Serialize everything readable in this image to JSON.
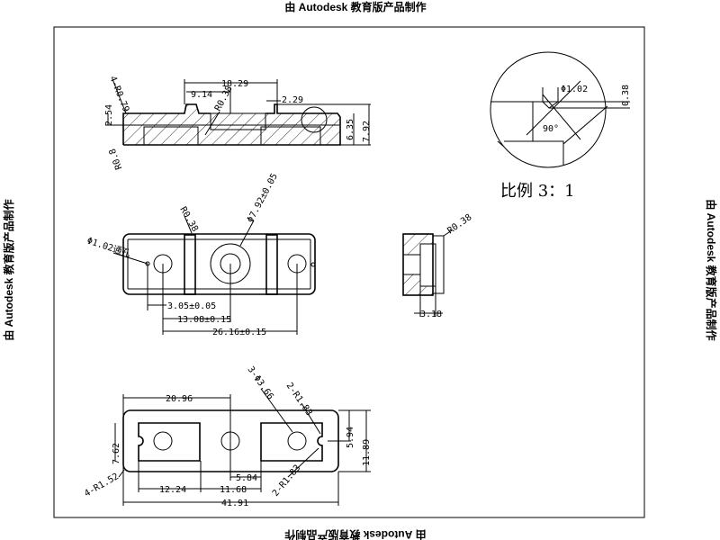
{
  "watermark": {
    "text": "由 Autodesk 教育版产品制作"
  },
  "section_view": {
    "dims": {
      "d1": "18.29",
      "d2": "9.14",
      "d3": "2.29",
      "d4": "2.54",
      "d5": "6.35",
      "d6": "7.92",
      "r1": "R0.38",
      "r2": "4-R0.79",
      "r3": "R0.8"
    }
  },
  "detail_view": {
    "dims": {
      "d1": "Φ1.02",
      "d2": "0.38",
      "angle": "90°"
    },
    "scale_label": "比例 3：1"
  },
  "top_view": {
    "dims": {
      "d1": "3.05±0.05",
      "d2": "13.08±0.15",
      "d3": "26.16±0.15",
      "r1": "R0.38",
      "dia1": "Φ7.92±0.05",
      "dia2": "Φ1.02通孔"
    }
  },
  "side_view": {
    "dims": {
      "d1": "3.18",
      "r1": "R0.38"
    }
  },
  "bottom_view": {
    "dims": {
      "d1": "20.96",
      "d2": "41.91",
      "d3": "12.24",
      "d4": "11.68",
      "d5": "5.84",
      "d6": "7.62",
      "d7": "11.89",
      "d8": "5.94",
      "r1": "4-R1.52",
      "dia1": "3-Φ3.66",
      "r2": "2-R1.83",
      "r3": "2-R1.83"
    }
  }
}
